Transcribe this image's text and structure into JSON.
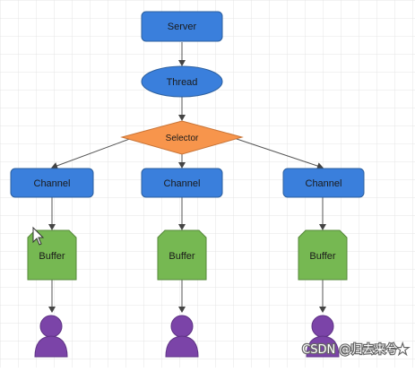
{
  "nodes": {
    "server": "Server",
    "thread": "Thread",
    "selector": "Selector",
    "channels": [
      "Channel",
      "Channel",
      "Channel"
    ],
    "buffers": [
      "Buffer",
      "Buffer",
      "Buffer"
    ]
  },
  "watermark": "CSDN @归去来兮★",
  "colors": {
    "blue_node": "#3a7fdc",
    "selector_orange": "#f7954c",
    "buffer_green": "#76b852",
    "user_purple": "#7b44a8",
    "connector": "#555555",
    "grid": "#e4e4e4"
  },
  "icons": [
    "user-icon",
    "mouse-cursor-icon"
  ]
}
